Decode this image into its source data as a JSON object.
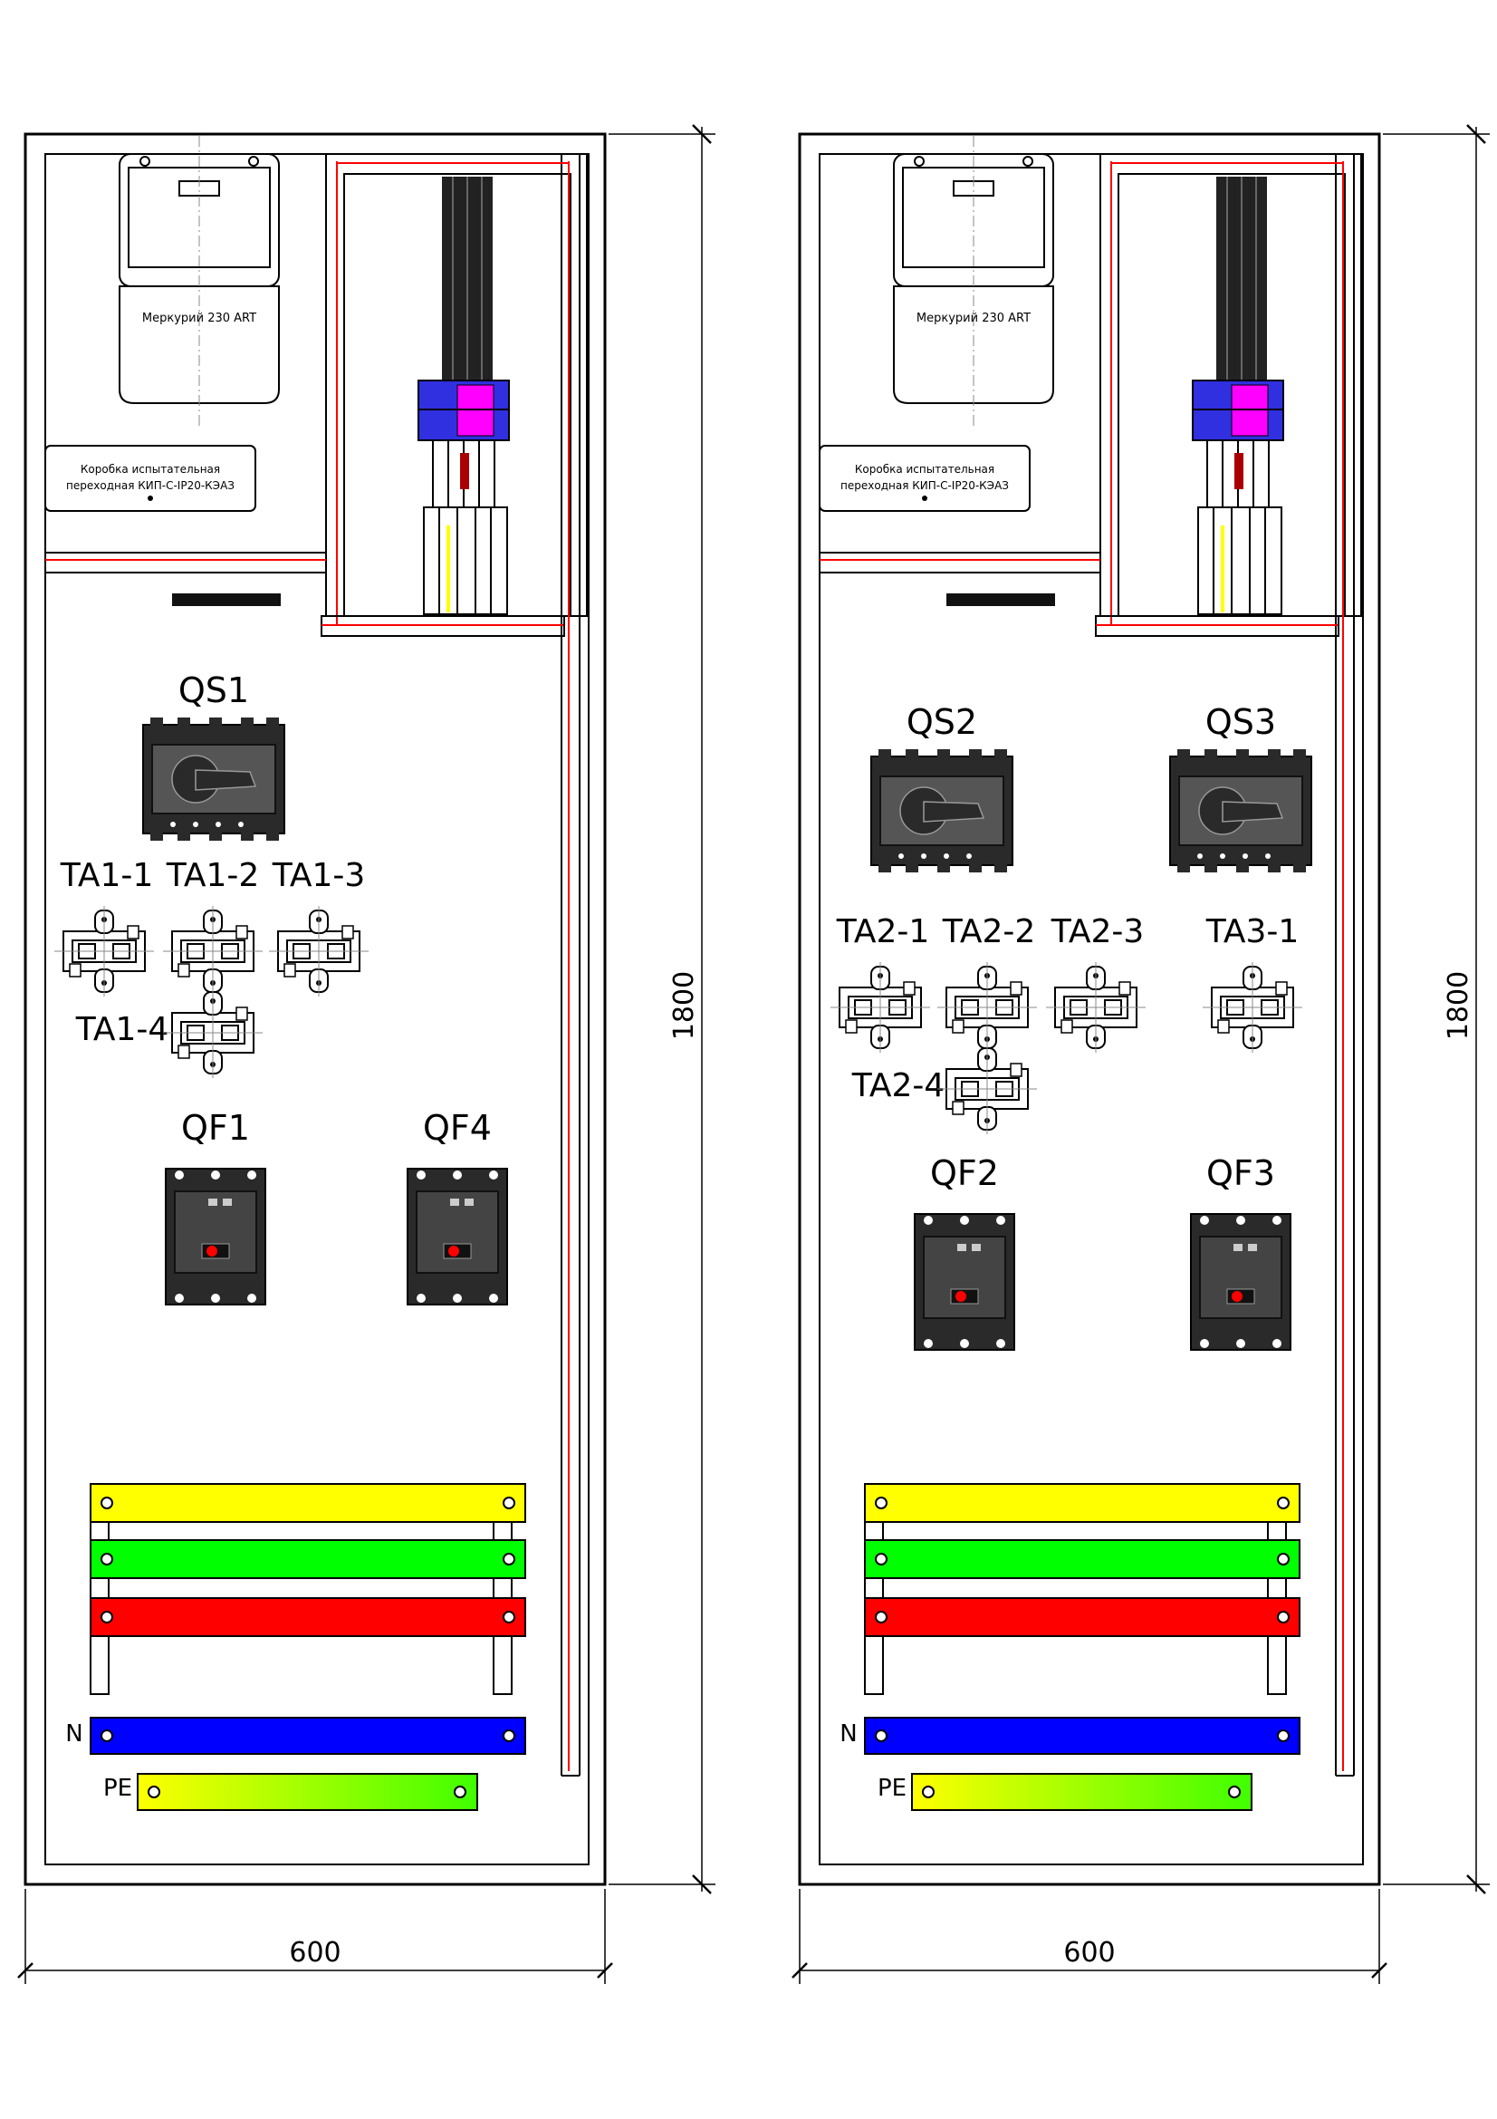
{
  "panels": [
    {
      "meter_label": "Меркурий 230 ART",
      "box_label_1": "Коробка испытательная",
      "box_label_2": "переходная КИП-С-IP20-КЭАЗ",
      "switches": [
        "QS1"
      ],
      "ct": [
        "TA1-1",
        "TA1-2",
        "TA1-3",
        "TA1-4"
      ],
      "breakers": [
        "QF1",
        "QF4"
      ],
      "bus_n": "N",
      "bus_pe": "PE",
      "width_dim": "600",
      "height_dim": "1800"
    },
    {
      "meter_label": "Меркурий 230 ART",
      "box_label_1": "Коробка испытательная",
      "box_label_2": "переходная КИП-С-IP20-КЭАЗ",
      "switches": [
        "QS2",
        "QS3"
      ],
      "ct": [
        "TA2-1",
        "TA2-2",
        "TA2-3",
        "TA3-1",
        "TA2-4"
      ],
      "breakers": [
        "QF2",
        "QF3"
      ],
      "bus_n": "N",
      "bus_pe": "PE",
      "width_dim": "600",
      "height_dim": "1800"
    }
  ],
  "colors": {
    "bus_l1": "#ffff00",
    "bus_l2": "#00ff00",
    "bus_l3": "#ff0000",
    "bus_n": "#0000ff",
    "bus_pe_from": "#ffff00",
    "bus_pe_to": "#40ff00",
    "accent_red": "#ff0000",
    "device_body": "#222222",
    "surge_blue": "#3030e0",
    "surge_magenta": "#ff00ff"
  }
}
